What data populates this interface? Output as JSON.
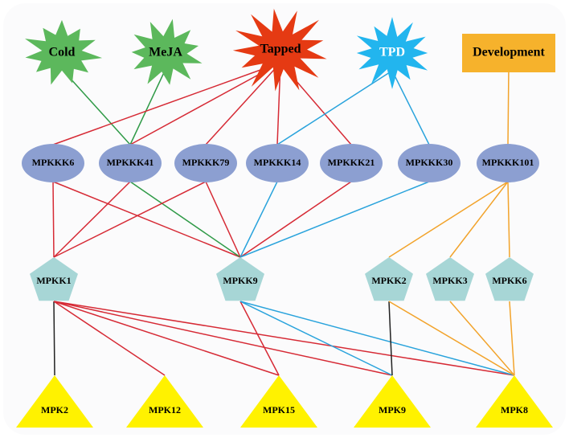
{
  "stimuli": [
    {
      "id": "cold",
      "label": "Cold",
      "shape": "star",
      "color": "#5cb85c"
    },
    {
      "id": "meja",
      "label": "MeJA",
      "shape": "star",
      "color": "#5cb85c"
    },
    {
      "id": "tapped",
      "label": "Tapped",
      "shape": "star",
      "color": "#e53a13"
    },
    {
      "id": "tpd",
      "label": "TPD",
      "shape": "star",
      "color": "#22b5ee"
    },
    {
      "id": "development",
      "label": "Development",
      "shape": "rect",
      "color": "#f6b22c"
    }
  ],
  "mapkkks": [
    {
      "id": "mpkkk6",
      "label": "MPKKK6"
    },
    {
      "id": "mpkkk41",
      "label": "MPKKK41"
    },
    {
      "id": "mpkkk79",
      "label": "MPKKK79"
    },
    {
      "id": "mpkkk14",
      "label": "MPKKK14"
    },
    {
      "id": "mpkkk21",
      "label": "MPKKK21"
    },
    {
      "id": "mpkkk30",
      "label": "MPKKK30"
    },
    {
      "id": "mpkkk101",
      "label": "MPKKK101"
    }
  ],
  "mapkks": [
    {
      "id": "mpkk1",
      "label": "MPKK1"
    },
    {
      "id": "mpkk9",
      "label": "MPKK9"
    },
    {
      "id": "mpkk2",
      "label": "MPKK2"
    },
    {
      "id": "mpkk3",
      "label": "MPKK3"
    },
    {
      "id": "mpkk6",
      "label": "MPKK6"
    }
  ],
  "mapks": [
    {
      "id": "mpk2",
      "label": "MPK2"
    },
    {
      "id": "mpk12",
      "label": "MPK12"
    },
    {
      "id": "mpk15",
      "label": "MPK15"
    },
    {
      "id": "mpk9",
      "label": "MPK9"
    },
    {
      "id": "mpk8",
      "label": "MPK8"
    }
  ],
  "colors": {
    "background": "#fbfbfc",
    "mapkkk_fill": "#8c9fd1",
    "mapkk_fill": "#a7d6d6",
    "mapk_fill": "#fff200",
    "red_line": "#d62a35",
    "green_line": "#2f9a47",
    "blue_line": "#29a3dc",
    "orange_line": "#f2a32b",
    "black_line": "#222222"
  },
  "edges": [
    {
      "from": "cold",
      "to": "mpkkk41",
      "color": "green"
    },
    {
      "from": "meja",
      "to": "mpkkk41",
      "color": "green"
    },
    {
      "from": "tapped",
      "to": "mpkkk6",
      "color": "red"
    },
    {
      "from": "tapped",
      "to": "mpkkk41",
      "color": "red"
    },
    {
      "from": "tapped",
      "to": "mpkkk79",
      "color": "red"
    },
    {
      "from": "tapped",
      "to": "mpkkk14",
      "color": "red"
    },
    {
      "from": "tapped",
      "to": "mpkkk21",
      "color": "red"
    },
    {
      "from": "tpd",
      "to": "mpkkk14",
      "color": "blue"
    },
    {
      "from": "tpd",
      "to": "mpkkk30",
      "color": "blue"
    },
    {
      "from": "development",
      "to": "mpkkk101",
      "color": "orange"
    },
    {
      "from": "mpkkk6",
      "to": "mpkk1",
      "color": "red"
    },
    {
      "from": "mpkkk6",
      "to": "mpkk9",
      "color": "red"
    },
    {
      "from": "mpkkk41",
      "to": "mpkk1",
      "color": "red"
    },
    {
      "from": "mpkkk41",
      "to": "mpkk9",
      "color": "green"
    },
    {
      "from": "mpkkk79",
      "to": "mpkk1",
      "color": "red"
    },
    {
      "from": "mpkkk79",
      "to": "mpkk9",
      "color": "red"
    },
    {
      "from": "mpkkk14",
      "to": "mpkk9",
      "color": "blue"
    },
    {
      "from": "mpkkk21",
      "to": "mpkk9",
      "color": "red"
    },
    {
      "from": "mpkkk30",
      "to": "mpkk9",
      "color": "blue"
    },
    {
      "from": "mpkkk101",
      "to": "mpkk2",
      "color": "orange"
    },
    {
      "from": "mpkkk101",
      "to": "mpkk3",
      "color": "orange"
    },
    {
      "from": "mpkkk101",
      "to": "mpkk6",
      "color": "orange"
    },
    {
      "from": "mpkk1",
      "to": "mpk2",
      "color": "black"
    },
    {
      "from": "mpkk1",
      "to": "mpk12",
      "color": "red"
    },
    {
      "from": "mpkk1",
      "to": "mpk15",
      "color": "red"
    },
    {
      "from": "mpkk1",
      "to": "mpk9",
      "color": "red"
    },
    {
      "from": "mpkk1",
      "to": "mpk8",
      "color": "red"
    },
    {
      "from": "mpkk9",
      "to": "mpk15",
      "color": "red"
    },
    {
      "from": "mpkk9",
      "to": "mpk9",
      "color": "blue"
    },
    {
      "from": "mpkk9",
      "to": "mpk8",
      "color": "blue"
    },
    {
      "from": "mpkk2",
      "to": "mpk9",
      "color": "black"
    },
    {
      "from": "mpkk2",
      "to": "mpk8",
      "color": "orange"
    },
    {
      "from": "mpkk3",
      "to": "mpk8",
      "color": "orange"
    },
    {
      "from": "mpkk6",
      "to": "mpk8",
      "color": "orange"
    }
  ]
}
